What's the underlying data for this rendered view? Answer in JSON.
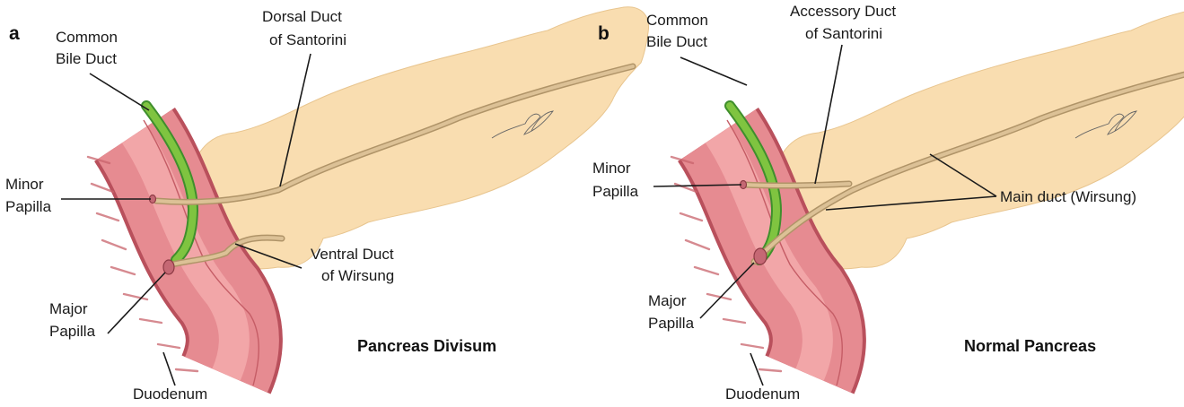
{
  "panel_a": {
    "letter": "a",
    "labels": {
      "common_bile_duct": [
        "Common",
        "Bile Duct"
      ],
      "dorsal_duct": [
        "Dorsal Duct",
        "of Santorini"
      ],
      "minor_papilla": [
        "Minor",
        "Papilla"
      ],
      "ventral_duct": [
        "Ventral Duct",
        "of Wirsung"
      ],
      "major_papilla": [
        "Major",
        "Papilla"
      ],
      "duodenum": "Duodenum"
    },
    "caption": "Pancreas Divisum"
  },
  "panel_b": {
    "letter": "b",
    "labels": {
      "common_bile_duct": [
        "Common",
        "Bile Duct"
      ],
      "accessory_duct": [
        "Accessory Duct",
        "of Santorini"
      ],
      "minor_papilla": [
        "Minor",
        "Papilla"
      ],
      "main_duct": "Main duct (Wirsung)",
      "major_papilla": [
        "Major",
        "Papilla"
      ],
      "duodenum": "Duodenum"
    },
    "caption": "Normal Pancreas"
  },
  "colors": {
    "pancreas": "#f9ddb0",
    "duct": "#c9ad7f",
    "duodenum": "#e68b91",
    "bile_duct": "#7fc440"
  }
}
